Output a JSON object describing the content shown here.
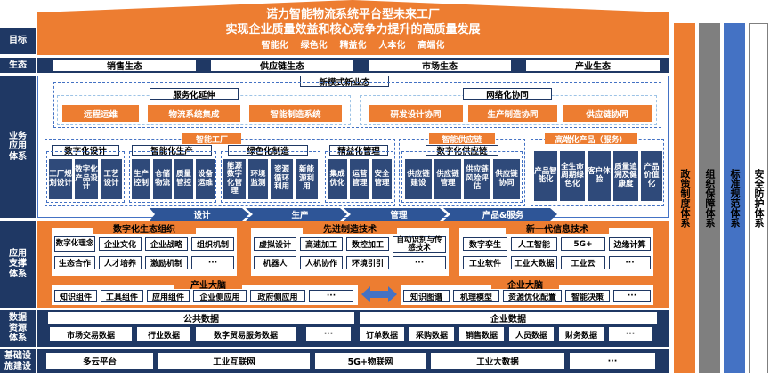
{
  "left_labels": {
    "goal": "目标",
    "ecology": "生态",
    "business": "业务\n应用\n体系",
    "support": "应用\n支撑\n体系",
    "data": "数据\n资源\n体系",
    "infra": "基础设\n施建设"
  },
  "goal": {
    "line1": "诺力智能物流系统平台型未来工厂",
    "line2": "实现企业质量效益和核心竞争力提升的高质量发展",
    "line3": "智能化    绿色化    精益化    人本化    高端化"
  },
  "ecology": [
    "销售生态",
    "供应链生态",
    "市场生态",
    "产业生态"
  ],
  "new_mode": "新模式新业态",
  "service": {
    "title": "服务化延伸",
    "items": [
      "远程运维",
      "物流系统集成",
      "智能制造系统"
    ]
  },
  "network": {
    "title": "网络化协同",
    "items": [
      "研发设计协同",
      "生产制造协同",
      "供应链协同"
    ]
  },
  "smart_factory": {
    "title": "智能工厂",
    "groups": [
      {
        "title": "数字化设计",
        "items": [
          "工厂规划设计",
          "数字化产品设计",
          "工艺设计"
        ]
      },
      {
        "title": "智能化生产",
        "items": [
          "生产控制",
          "仓储物流",
          "质量管控",
          "设备运维"
        ]
      },
      {
        "title": "绿色化制造",
        "items": [
          "能源数字化管理",
          "环境监测",
          "资源循环利用",
          "新能源利用"
        ]
      },
      {
        "title": "精益化管理",
        "items": [
          "集成优化",
          "运营管理",
          "安全管理"
        ]
      }
    ]
  },
  "smart_supply": {
    "title": "智能供应链",
    "group_title": "数字化供应链",
    "items": [
      "供应链建设",
      "供应链管理",
      "供应链风险评估",
      "供应链协同"
    ]
  },
  "premium": {
    "title": "高端化产品（服务）",
    "items": [
      "产品智能化",
      "全生命周期绿色化",
      "客户体验",
      "质量追溯及健康度",
      "产品价值化"
    ]
  },
  "flow": [
    "设计",
    "生产",
    "管理",
    "产品&服务"
  ],
  "digital_org": {
    "title": "数字化生态组织",
    "items": [
      "数字化理念",
      "企业文化",
      "企业战略",
      "组织机制",
      "生态合作",
      "人才培养",
      "激励机制",
      "···"
    ]
  },
  "advanced_mfg": {
    "title": "先进制造技术",
    "items": [
      "虚拟设计",
      "高速加工",
      "数控加工",
      "自动识别与传感技术",
      "机器人",
      "人机协作",
      "环境引引",
      "···"
    ]
  },
  "new_it": {
    "title": "新一代信息技术",
    "items": [
      "数字孪生",
      "人工智能",
      "5G+",
      "边缘计算",
      "工业软件",
      "工业大数据",
      "工业云",
      "···"
    ]
  },
  "industry_brain": {
    "title": "产业大脑",
    "items": [
      "知识组件",
      "工具组件",
      "应用组件",
      "企业侧应用",
      "政府侧应用",
      "···"
    ]
  },
  "enterprise_brain": {
    "title": "企业大脑",
    "items": [
      "知识图谱",
      "机理模型",
      "资源优化配置",
      "智能决策",
      "···"
    ]
  },
  "public_data": {
    "title": "公共数据",
    "items": [
      "市场交易数据",
      "行业数据",
      "数字贸易服务数据",
      "···"
    ]
  },
  "enterprise_data": {
    "title": "企业数据",
    "items": [
      "订单数据",
      "采购数据",
      "销售数据",
      "人员数据",
      "财务数据",
      "···"
    ]
  },
  "infra": [
    "多云平台",
    "工业互联网",
    "5G+物联网",
    "工业大数据",
    "···"
  ],
  "pillars": [
    "政策制度体系",
    "组织保障体系",
    "标准规范体系",
    "安全防护体系"
  ],
  "colors": {
    "navy": "#1f3864",
    "orange": "#ed7d31",
    "gray": "#7f7f7f",
    "blue": "#4472c4"
  }
}
